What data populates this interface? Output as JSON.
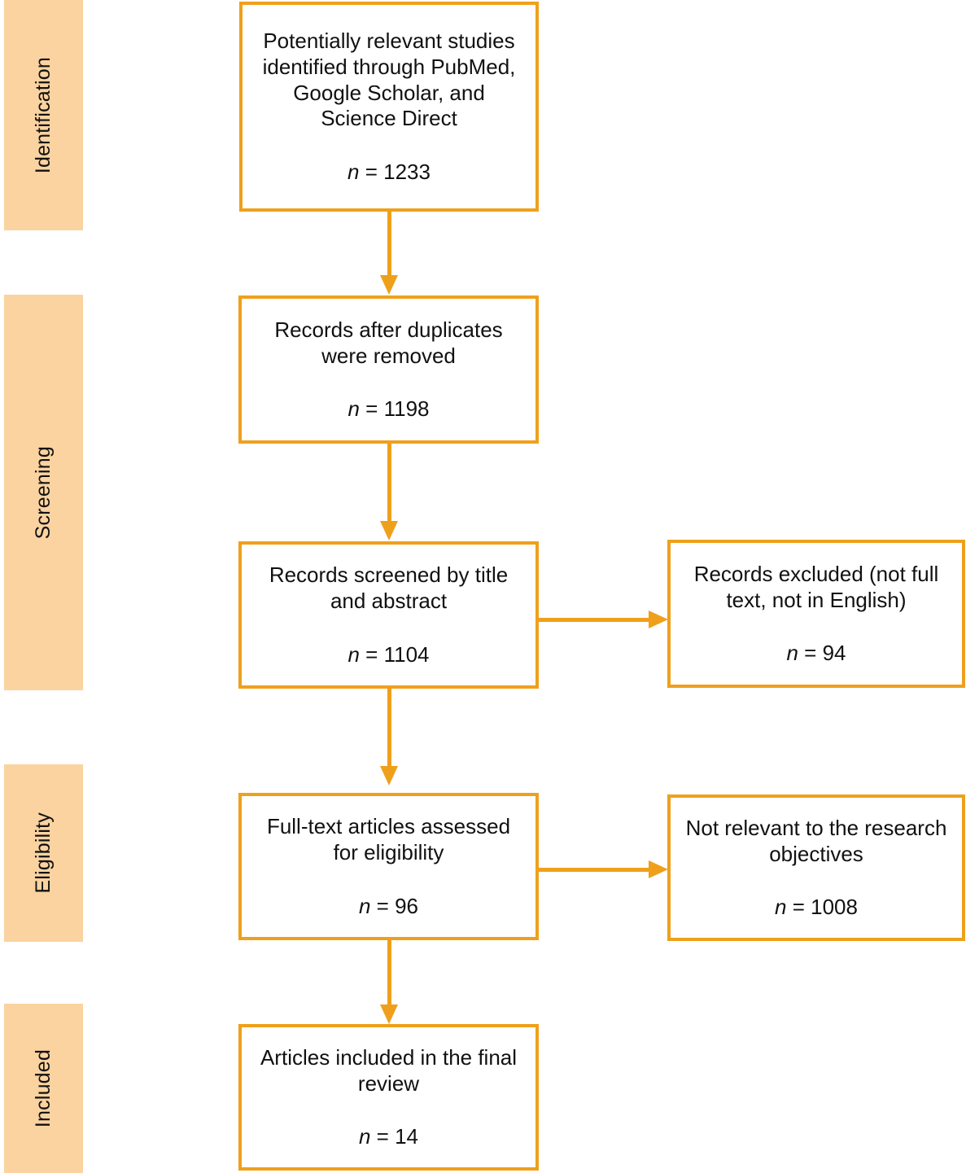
{
  "diagram": {
    "title": "PRISMA study selection flow diagram",
    "accent_color": "#EFA01B",
    "stage_bar_color": "#FBD3A0",
    "text_color": "#111111",
    "background_color": "#FFFFFF"
  },
  "stages": [
    {
      "id": "identification",
      "label": "Identification"
    },
    {
      "id": "screening",
      "label": "Screening"
    },
    {
      "id": "eligibility",
      "label": "Eligibility"
    },
    {
      "id": "included",
      "label": "Included"
    }
  ],
  "boxes": [
    {
      "id": "identified",
      "text": "Potentially relevant studies identified through PubMed, Google Scholar, and Science Direct",
      "n_label": "n",
      "n_sep": " = ",
      "n_value": "1233",
      "n_full": "n = 1233"
    },
    {
      "id": "after-duplicates",
      "text": "Records after duplicates were removed",
      "n_label": "n",
      "n_sep": " = ",
      "n_value": "1198",
      "n_full": "n = 1198"
    },
    {
      "id": "screened",
      "text": "Records screened by title and abstract",
      "n_label": "n",
      "n_sep": " = ",
      "n_value": "1104",
      "n_full": "n = 1104"
    },
    {
      "id": "excluded-screening",
      "text": "Records excluded (not full text, not in English)",
      "n_label": "n",
      "n_sep": " = ",
      "n_value": "94",
      "n_full": "n = 94"
    },
    {
      "id": "fulltext-assessed",
      "text": "Full-text articles assessed for eligibility",
      "n_label": "n",
      "n_sep": " = ",
      "n_value": "96",
      "n_full": "n = 96"
    },
    {
      "id": "excluded-eligibility",
      "text": "Not relevant to the research objectives",
      "n_label": "n",
      "n_sep": " = ",
      "n_value": "1008",
      "n_full": "n = 1008"
    },
    {
      "id": "included-final",
      "text": "Articles included in the final review",
      "n_label": "n",
      "n_sep": " = ",
      "n_value": "14",
      "n_full": "n = 14"
    }
  ],
  "connectors": [
    {
      "id": "identified-to-after-duplicates",
      "direction": "down"
    },
    {
      "id": "after-duplicates-to-screened",
      "direction": "down"
    },
    {
      "id": "screened-to-excluded",
      "direction": "right"
    },
    {
      "id": "screened-to-fulltext",
      "direction": "down"
    },
    {
      "id": "fulltext-to-not-relevant",
      "direction": "right"
    },
    {
      "id": "fulltext-to-included",
      "direction": "down"
    }
  ]
}
